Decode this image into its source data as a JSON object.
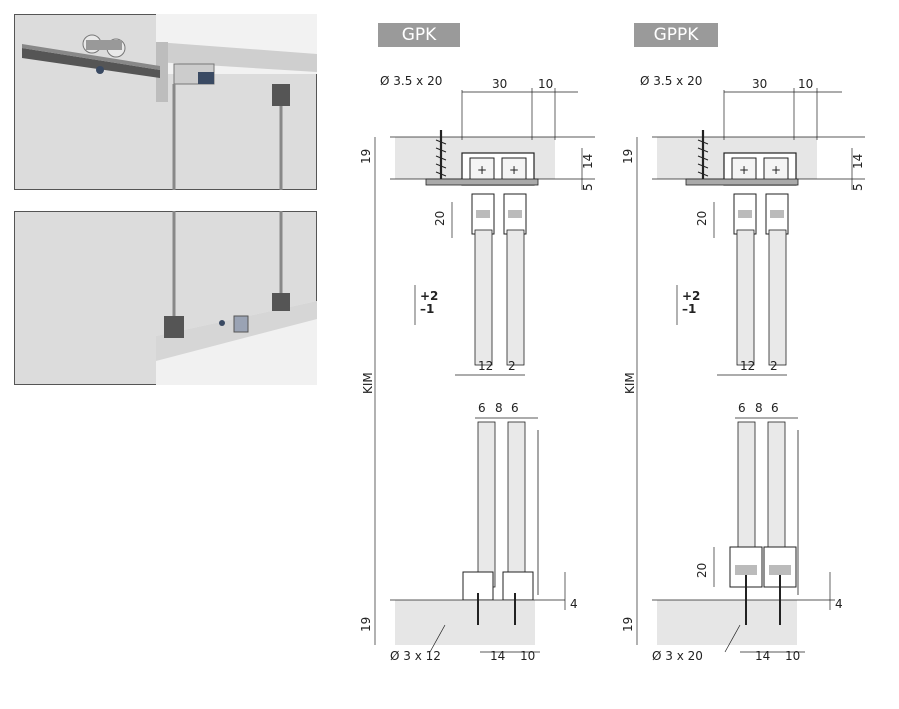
{
  "left_panel": {
    "labels": {
      "screw_top": "Ø 3.5 x 20",
      "d30": "30",
      "d10": "10",
      "d19_top": "19",
      "d14": "14",
      "d5": "5",
      "d20": "20",
      "adj_plus": "+2",
      "adj_minus": "–1",
      "d12": "12",
      "d2": "2",
      "kim": "KIM",
      "d6a": "6",
      "d8": "8",
      "d6b": "6",
      "d19_bottom": "19",
      "d4": "4",
      "screw_bottom": "Ø 3 x 12",
      "d14_bottom": "14",
      "d10_bottom": "10"
    },
    "tag": "GPK"
  },
  "right_panel": {
    "labels": {
      "screw_top": "Ø 3.5 x 20",
      "d30": "30",
      "d10": "10",
      "d19_top": "19",
      "d14": "14",
      "d5": "5",
      "d20": "20",
      "adj_plus": "+2",
      "adj_minus": "–1",
      "d12": "12",
      "d2": "2",
      "kim": "KIM",
      "d6a": "6",
      "d8": "8",
      "d6b": "6",
      "d20_bottom": "20",
      "d19_bottom": "19",
      "d4": "4",
      "screw_bottom": "Ø 3 x 20",
      "d14_bottom": "14",
      "d10_bottom": "10"
    },
    "tag": "GPPK"
  },
  "colors": {
    "tag_bg": "#9a9a9a",
    "panel_bg": "#e6e6e6",
    "line": "#222222"
  }
}
